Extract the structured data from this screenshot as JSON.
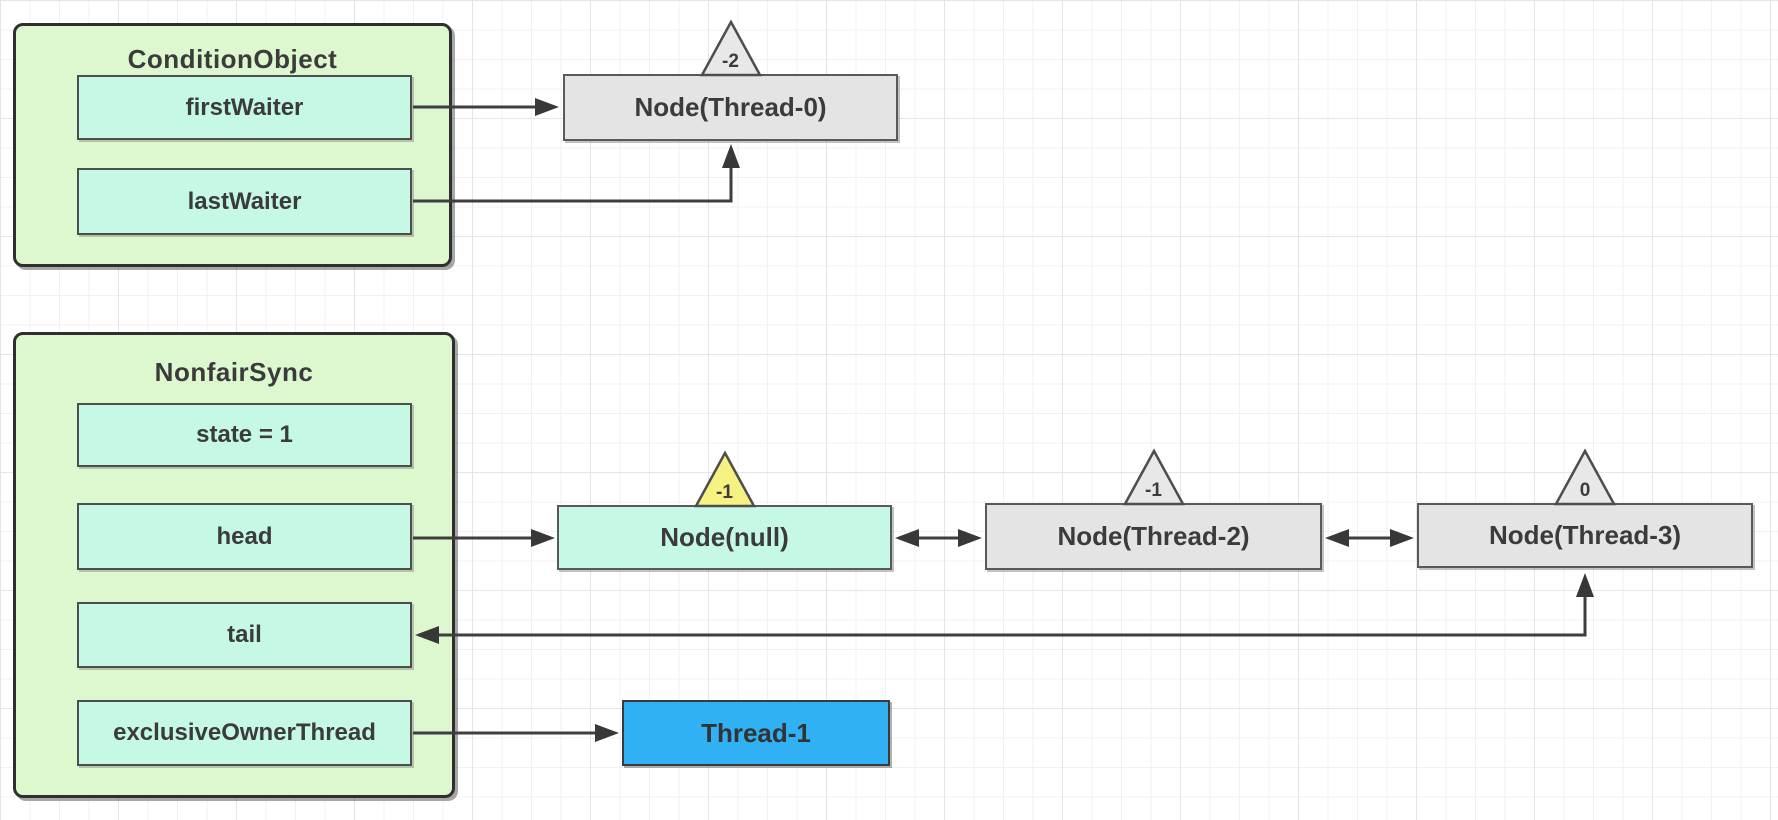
{
  "diagram": {
    "condition_object": {
      "title": "ConditionObject",
      "fields": [
        {
          "label": "firstWaiter"
        },
        {
          "label": "lastWaiter"
        }
      ]
    },
    "nonfair_sync": {
      "title": "NonfairSync",
      "fields": [
        {
          "label": "state = 1"
        },
        {
          "label": "head"
        },
        {
          "label": "tail"
        },
        {
          "label": "exclusiveOwnerThread"
        }
      ]
    },
    "nodes": [
      {
        "label": "Node(Thread-0)",
        "wait_status": "-2",
        "badge_color": "gray"
      },
      {
        "label": "Node(null)",
        "wait_status": "-1",
        "badge_color": "yellow"
      },
      {
        "label": "Node(Thread-2)",
        "wait_status": "-1",
        "badge_color": "gray"
      },
      {
        "label": "Node(Thread-3)",
        "wait_status": "0",
        "badge_color": "gray"
      }
    ],
    "owner_thread": {
      "label": "Thread-1"
    },
    "colors": {
      "container_fill": "#ddf8cf",
      "field_fill": "#c5f8e5",
      "node_fill": "#e4e4e4",
      "head_node_fill": "#c5f8e5",
      "badge_yellow": "#f6f282",
      "badge_gray": "#e8e8e8",
      "thread_fill": "#2fb1f3",
      "arrow": "#3e3e3e"
    }
  }
}
